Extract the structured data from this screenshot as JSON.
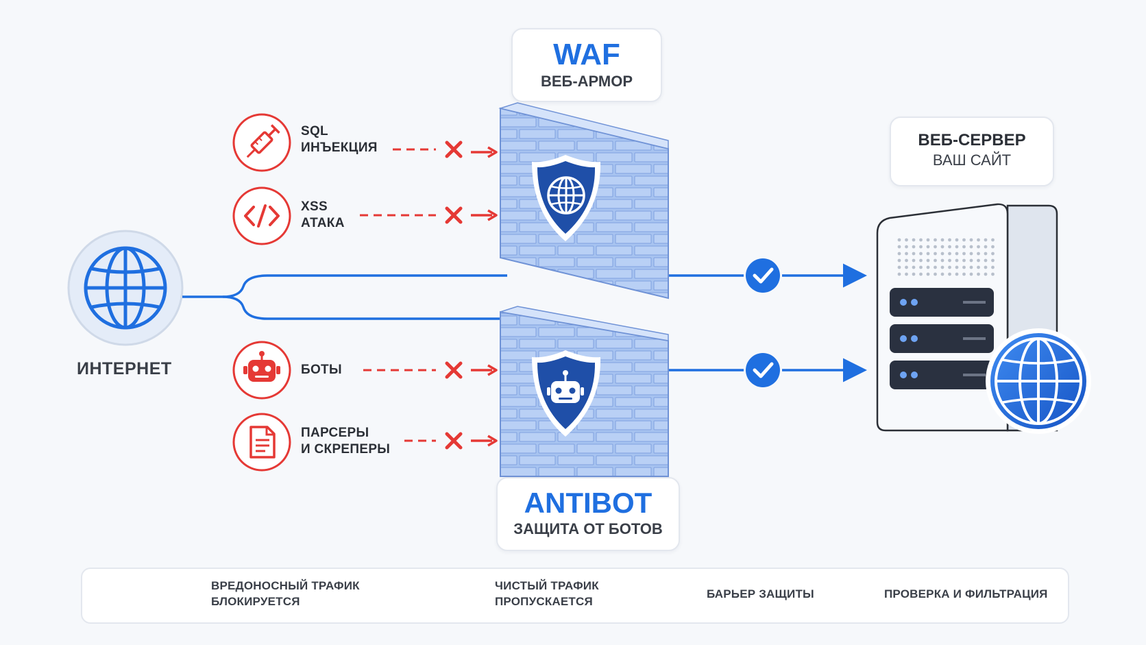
{
  "colors": {
    "blocked": "#e53935",
    "allowed": "#1f6fe0",
    "wall": "#8fb2ea",
    "shield": "#1f4fa8"
  },
  "waf_card": {
    "title": "WAF",
    "subtitle": "ВЕБ-АРМОР"
  },
  "antibot_card": {
    "title": "ANTIBOT",
    "subtitle": "ЗАЩИТА ОТ БОТОВ"
  },
  "server_card": {
    "title": "ВЕБ-СЕРВЕР",
    "subtitle": "ВАШ САЙТ"
  },
  "internet": {
    "label": "ИНТЕРНЕТ",
    "icon": "globe-icon"
  },
  "threats": [
    {
      "line1": "SQL",
      "line2": "ИНЪЕКЦИЯ",
      "icon": "syringe-icon"
    },
    {
      "line1": "XSS",
      "line2": "АТАКА",
      "icon": "code-icon"
    },
    {
      "line1": "БОТЫ",
      "line2": "",
      "icon": "robot-icon"
    },
    {
      "line1": "ПАРСЕРЫ",
      "line2": "И СКРЕПЕРЫ",
      "icon": "document-icon"
    }
  ],
  "legend": {
    "blocked_line1": "ВРЕДОНОСНЫЙ ТРАФИК",
    "blocked_line2": "БЛОКИРУЕТСЯ",
    "clean_line1": "ЧИСТЫЙ ТРАФИК",
    "clean_line2": "ПРОПУСКАЕТСЯ",
    "barrier": "БАРЬЕР ЗАЩИТЫ",
    "inspection": "ПРОВЕРКА И ФИЛЬТРАЦИЯ"
  }
}
